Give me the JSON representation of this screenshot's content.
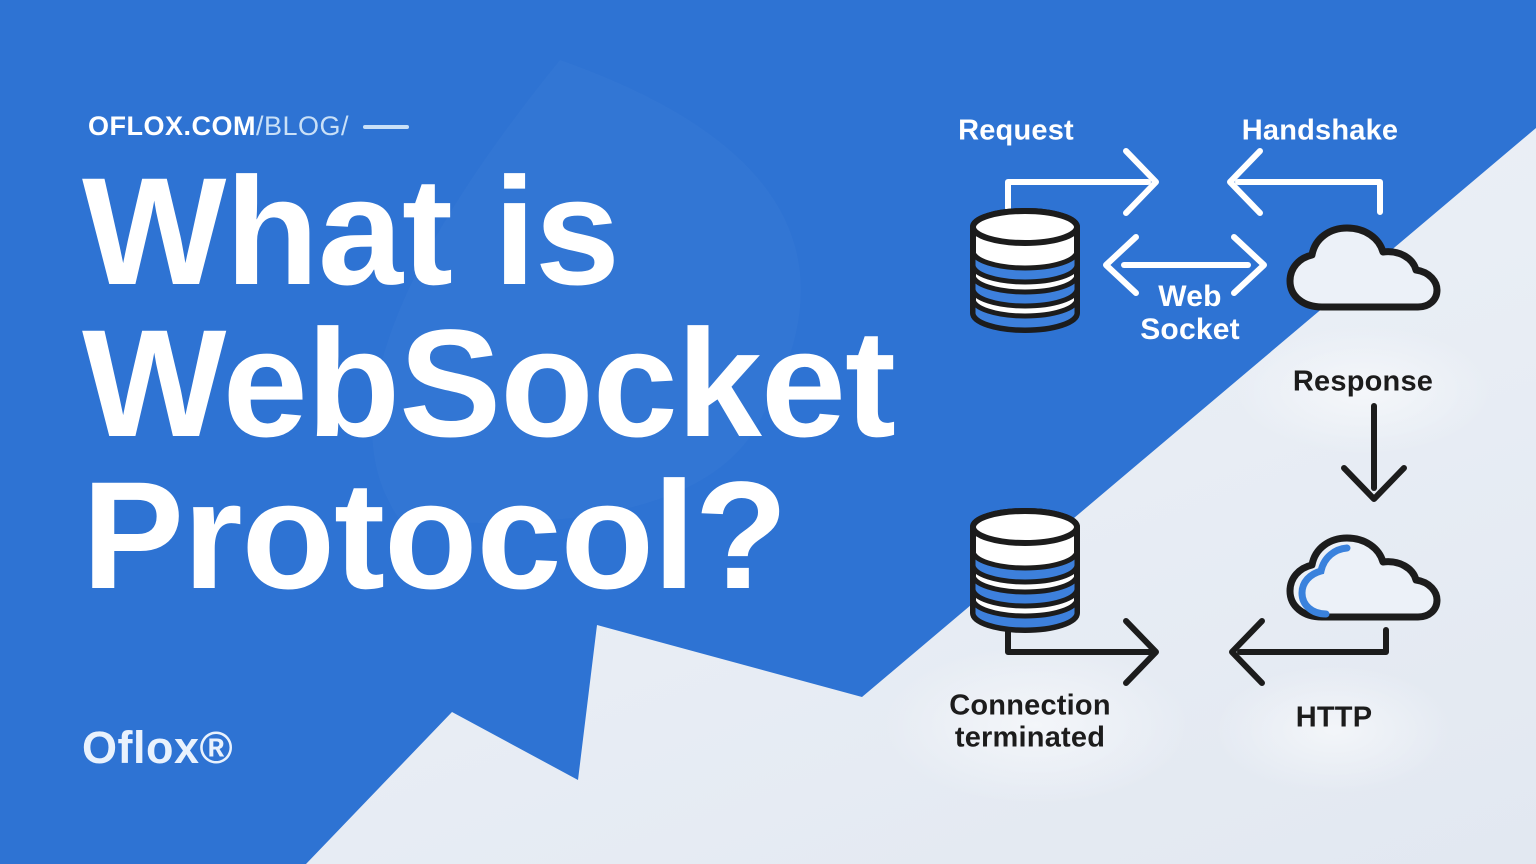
{
  "brand": {
    "site": "OFLOX.COM",
    "path": "/BLOG/",
    "logo": "Oflox®"
  },
  "title": {
    "lines": [
      "What is",
      "WebSocket",
      "Protocol?"
    ]
  },
  "diagram": {
    "top": {
      "request": "Request",
      "handshake": "Handshake",
      "websocket": [
        "Web",
        "Socket"
      ]
    },
    "bottom": {
      "response": "Response",
      "connection": [
        "Connection",
        "terminated"
      ],
      "http": "HTTP"
    }
  },
  "icons": {
    "client": "database-icon",
    "server": "cloud-icon"
  },
  "colors": {
    "brand_blue": "#2e73d3",
    "band_blue": "#3d80dc",
    "light_bg": "#e9eef5",
    "ink": "#1c1c1c",
    "white": "#ffffff",
    "cloud_accent": "#3a82dd"
  }
}
